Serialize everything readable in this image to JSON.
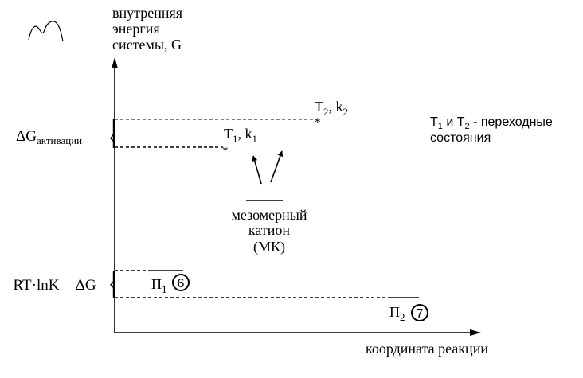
{
  "axes": {
    "y_label": [
      "внутренняя",
      "энергия",
      "системы, G"
    ],
    "x_label": "координата реакции"
  },
  "states": {
    "t2": {
      "letter": "T",
      "sub": "2",
      "sep": ", ",
      "k": "k",
      "k_sub": "2",
      "mark": "*"
    },
    "t1": {
      "letter": "T",
      "sub": "1",
      "sep": ", ",
      "k": "k",
      "k_sub": "1",
      "mark": "*"
    }
  },
  "legend": {
    "t1": "T",
    "t1_sub": "1",
    "and": " и T",
    "t2_sub": "2",
    "rest": " - переходные",
    "line2": "состояния"
  },
  "activation": {
    "delta": "ΔG",
    "sub": "активации"
  },
  "equilibrium": {
    "text": "–RT·lnK = ΔG"
  },
  "intermediate": {
    "lines": [
      "мезомерный",
      "катион",
      "(МК)"
    ]
  },
  "products": {
    "p1": {
      "letter": "П",
      "sub": "1",
      "number": "6"
    },
    "p2": {
      "letter": "П",
      "sub": "2",
      "number": "7"
    }
  }
}
